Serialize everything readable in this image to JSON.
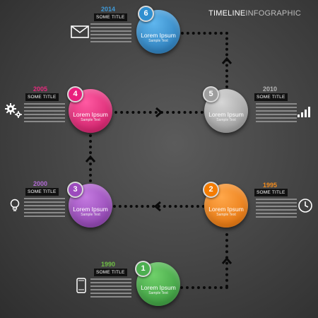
{
  "header": {
    "title_part1": "TIMELINE",
    "title_part2": "INFOGRAPHIC"
  },
  "colors": {
    "green": "#43a047",
    "orange": "#f57c00",
    "purple": "#9c4bbd",
    "pink": "#e91e7d",
    "gray": "#a8a8a8",
    "blue": "#2f8fd0"
  },
  "steps": [
    {
      "number": "1",
      "year": "1990",
      "year_color": "#6fbf44",
      "title": "SOME TITLE",
      "label": "Lorem Ipsum",
      "sub": "Sample Text",
      "icon": "smartphone-icon"
    },
    {
      "number": "2",
      "year": "1995",
      "year_color": "#f28c1e",
      "title": "SOME TITLE",
      "label": "Lorem Ipsum",
      "sub": "Sample Text",
      "icon": "clock-icon"
    },
    {
      "number": "3",
      "year": "2000",
      "year_color": "#b26ad4",
      "title": "SOME TITLE",
      "label": "Lorem Ipsum",
      "sub": "Sample Text",
      "icon": "lightbulb-icon"
    },
    {
      "number": "4",
      "year": "2005",
      "year_color": "#e42a7d",
      "title": "SOME TITLE",
      "label": "Lorem Ipsum",
      "sub": "Sample Text",
      "icon": "gears-icon"
    },
    {
      "number": "5",
      "year": "2010",
      "year_color": "#b5b5b5",
      "title": "SOME TITLE",
      "label": "Lorem Ipsum",
      "sub": "Sample Text",
      "icon": "bar-chart-icon"
    },
    {
      "number": "6",
      "year": "2014",
      "year_color": "#3f9ad8",
      "title": "SOME TITLE",
      "label": "Lorem Ipsum",
      "sub": "Sample Text",
      "icon": "envelope-icon"
    }
  ]
}
